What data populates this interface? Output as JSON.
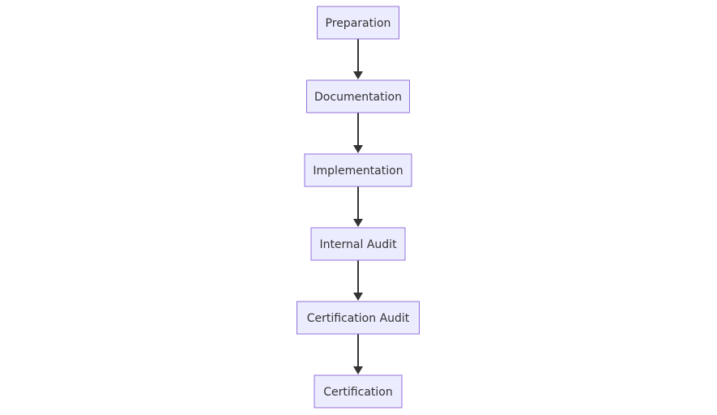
{
  "diagram": {
    "type": "flowchart",
    "direction": "top-to-bottom",
    "colors": {
      "node_fill": "#ECECFF",
      "node_border": "#9370DB",
      "edge": "#333333",
      "text": "#333333",
      "background": "#ffffff"
    },
    "nodes": [
      {
        "id": "preparation",
        "label": "Preparation"
      },
      {
        "id": "documentation",
        "label": "Documentation"
      },
      {
        "id": "implementation",
        "label": "Implementation"
      },
      {
        "id": "internal-audit",
        "label": "Internal Audit"
      },
      {
        "id": "certification-audit",
        "label": "Certification Audit"
      },
      {
        "id": "certification",
        "label": "Certification"
      }
    ],
    "edges": [
      {
        "from": "preparation",
        "to": "documentation"
      },
      {
        "from": "documentation",
        "to": "implementation"
      },
      {
        "from": "implementation",
        "to": "internal-audit"
      },
      {
        "from": "internal-audit",
        "to": "certification-audit"
      },
      {
        "from": "certification-audit",
        "to": "certification"
      }
    ]
  }
}
